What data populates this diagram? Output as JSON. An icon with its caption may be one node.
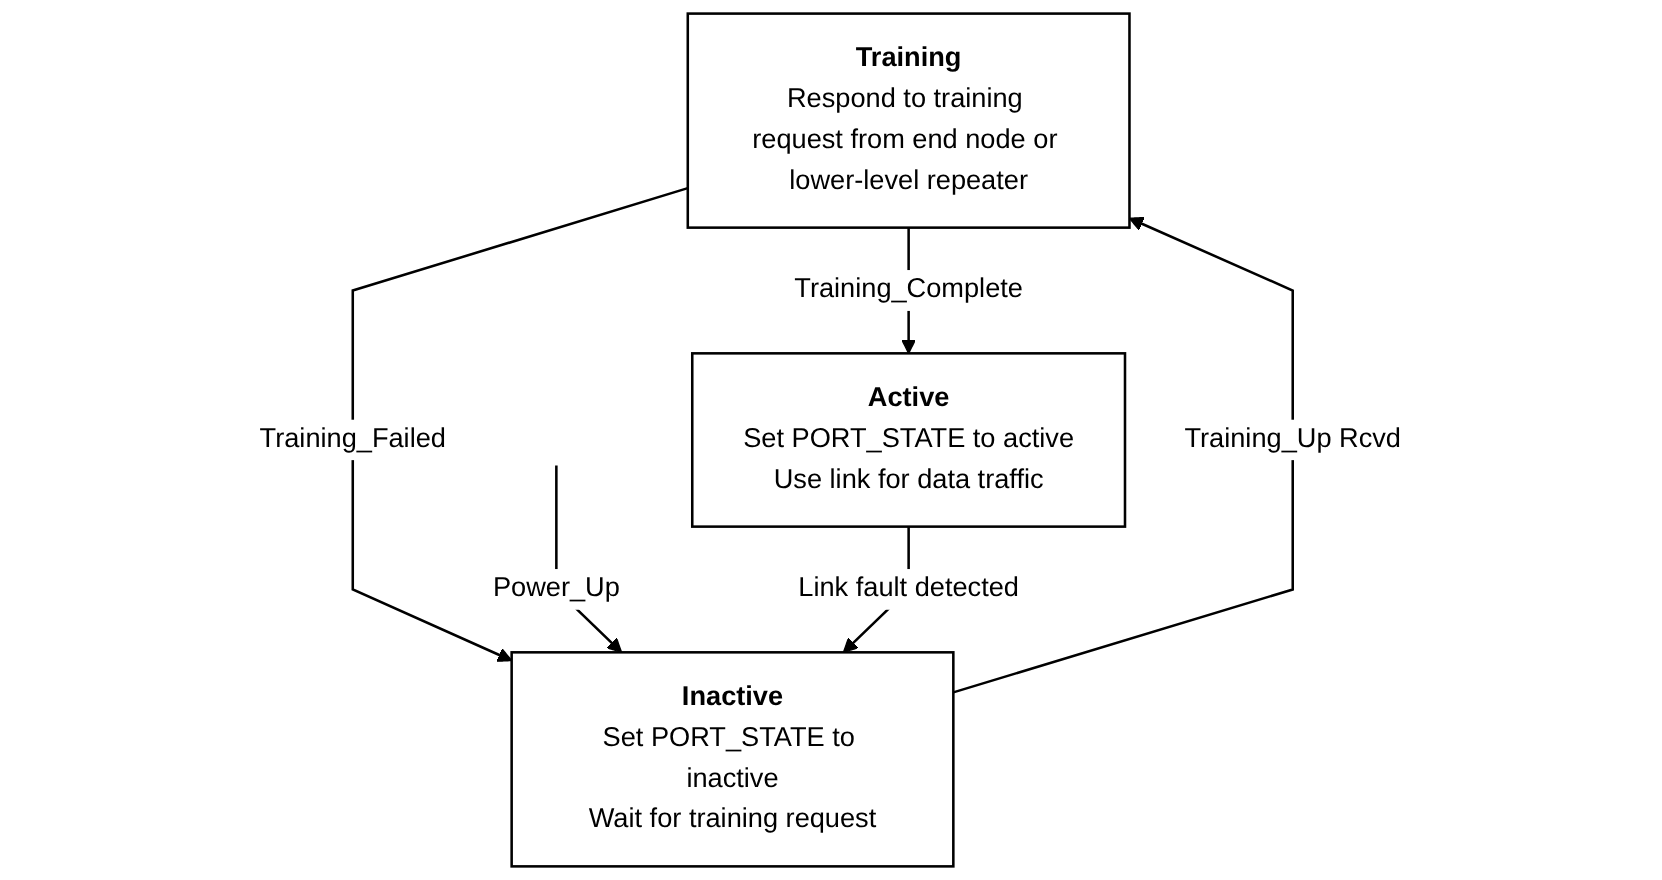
{
  "diagram": {
    "nodes": [
      {
        "text": [
          "Training",
          "Respond to training request from end node or lower-level repeater"
        ]
      },
      {
        "text": [
          "Active",
          "Set PORT_STATE to active",
          "Use link for data traffic"
        ]
      },
      {
        "text": [
          "Inactive",
          "Set PORT_STATE to inactive",
          "Wait for training request"
        ]
      }
    ],
    "edges": [
      {
        "from": 0,
        "to": 1,
        "arrow": "to",
        "label": "Training_Complete"
      },
      {
        "from": 0,
        "to": 2,
        "arrow": "to",
        "label": "Training_Failed"
      },
      {
        "from": null,
        "to": 2,
        "arrow": "to",
        "label": "Power_Up"
      },
      {
        "from": 1,
        "to": 2,
        "arrow": "to",
        "label": "Link fault detected"
      },
      {
        "from": 2,
        "to": 0,
        "arrow": "to",
        "label": "Training_Up Rcvd"
      }
    ]
  }
}
